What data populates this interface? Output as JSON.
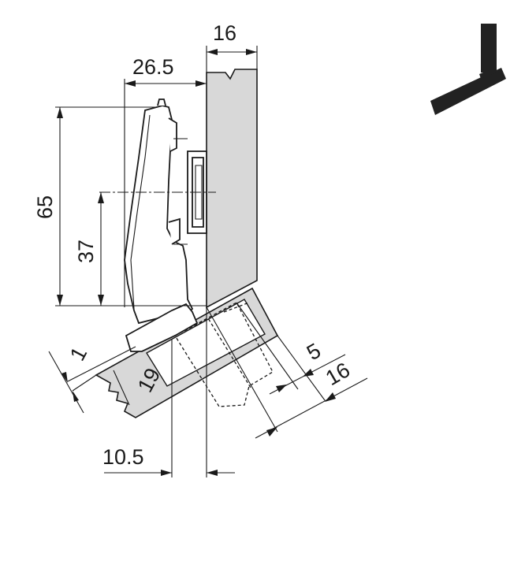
{
  "diagram": {
    "dimensions": {
      "d16_top": "16",
      "d26_5": "26.5",
      "d65": "65",
      "d37": "37",
      "d1": "1",
      "d19": "19",
      "d5": "5",
      "d16_right": "16",
      "d10_5": "10.5"
    },
    "colors": {
      "panel_fill": "#d8d8d8",
      "line": "#1a1a1a",
      "icon": "#222222"
    },
    "icon": "angled-hinge-position-icon"
  }
}
